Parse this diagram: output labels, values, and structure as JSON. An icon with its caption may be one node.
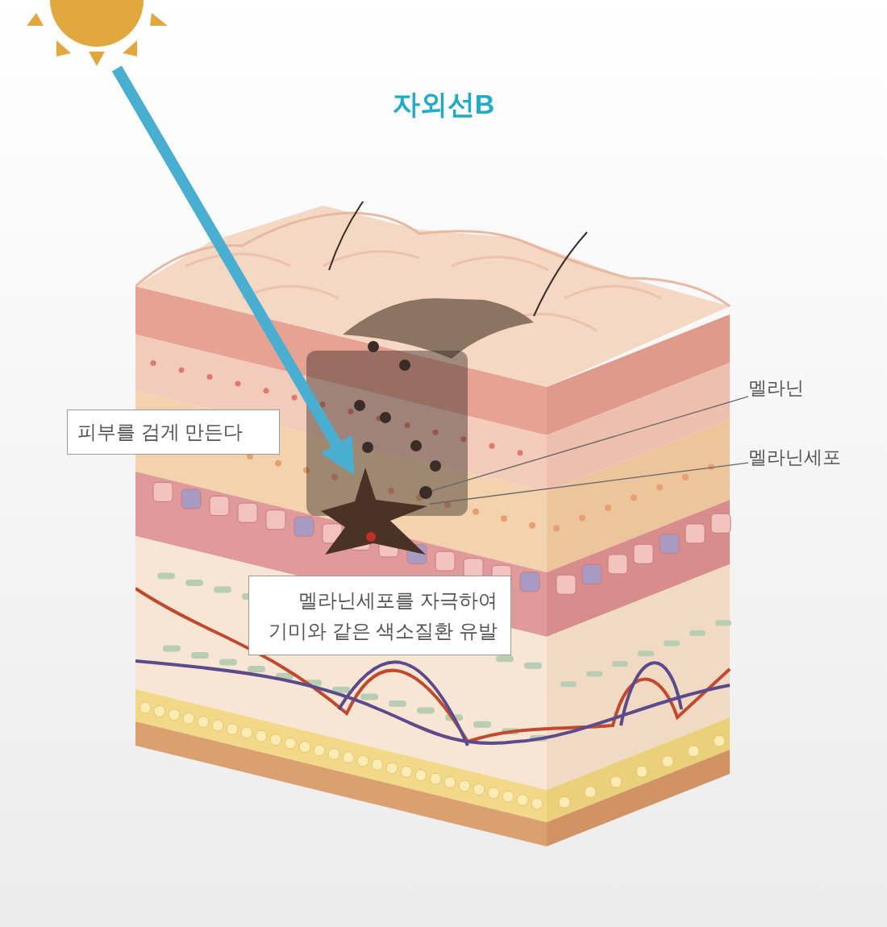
{
  "diagram": {
    "title": "자외선B",
    "nodes": [
      {
        "text": [],
        "shape": "circle"
      },
      {
        "text": [],
        "shape": "picture"
      },
      {
        "text": [
          "피부를 검게 만든다"
        ]
      },
      {
        "text": [
          "멜라닌세포를 자극하여 기미와 같은 색소질환 유발"
        ],
        "in": 1
      },
      {
        "text": [
          "멜라닌"
        ]
      },
      {
        "text": [
          "멜라닌세포"
        ]
      },
      {
        "text": [],
        "shape": "circle",
        "in": 1
      },
      {
        "text": [],
        "shape": "picture",
        "in": 1
      }
    ],
    "edges": [
      {
        "from": 0,
        "to": 7,
        "arrow": "to",
        "style": "thick",
        "color": "#4aaed0"
      },
      {
        "from": 4,
        "to": 6,
        "arrow": "none"
      },
      {
        "from": 5,
        "to": 7,
        "arrow": "none"
      }
    ]
  }
}
